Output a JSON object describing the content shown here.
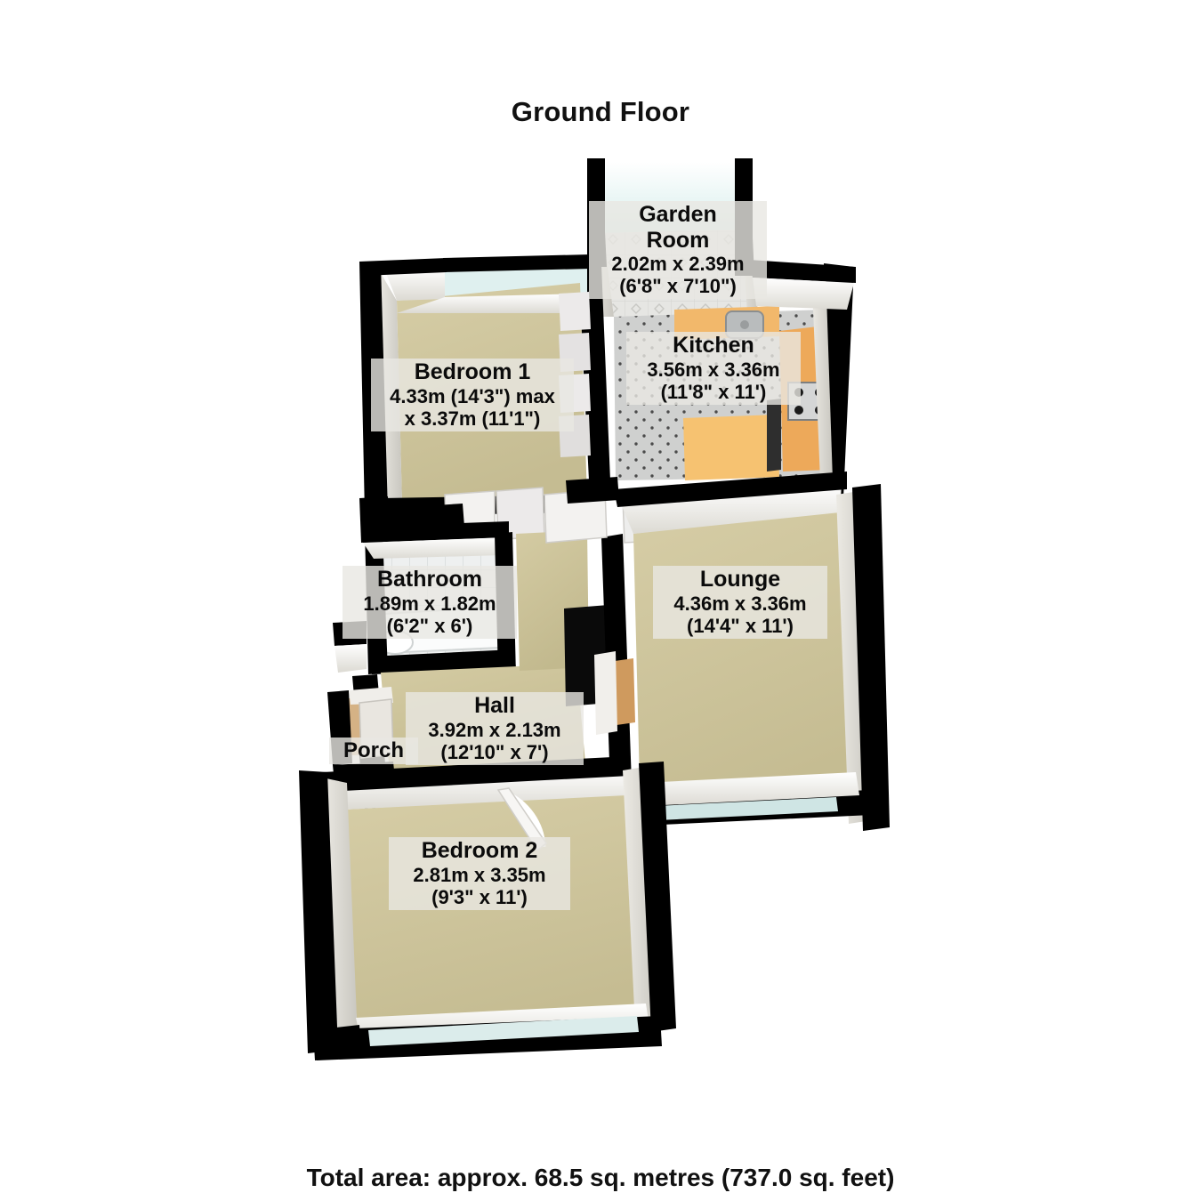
{
  "title": "Ground Floor",
  "footer": "Total area: approx. 68.5 sq. metres (737.0 sq. feet)",
  "rooms": [
    {
      "key": "garden_room",
      "name": "Garden Room",
      "name_line1": "Garden",
      "name_line2": "Room",
      "dim_metric": "2.02m x 2.39m",
      "dim_imperial": "(6'8\" x 7'10\")"
    },
    {
      "key": "kitchen",
      "name": "Kitchen",
      "dim_metric": "3.56m x 3.36m",
      "dim_imperial": "(11'8\" x 11')"
    },
    {
      "key": "bedroom_1",
      "name": "Bedroom 1",
      "dim_metric": "4.33m (14'3\") max",
      "dim_imperial": "x 3.37m (11'1\")"
    },
    {
      "key": "bathroom",
      "name": "Bathroom",
      "dim_metric": "1.89m x 1.82m",
      "dim_imperial": "(6'2\" x 6')"
    },
    {
      "key": "lounge",
      "name": "Lounge",
      "dim_metric": "4.36m x 3.36m",
      "dim_imperial": "(14'4\" x 11')"
    },
    {
      "key": "hall",
      "name": "Hall",
      "dim_metric": "3.92m x 2.13m",
      "dim_imperial": "(12'10\" x 7')"
    },
    {
      "key": "porch",
      "name": "Porch",
      "dim_metric": "",
      "dim_imperial": ""
    },
    {
      "key": "bedroom_2",
      "name": "Bedroom 2",
      "dim_metric": "2.81m x 3.35m",
      "dim_imperial": "(9'3\" x 11')"
    }
  ],
  "colors": {
    "wall_outline": "#000000",
    "wall_face": "#f2f1ee",
    "wall_side": "#d4d2cc",
    "carpet": "#cfc69e",
    "carpet_dark": "#c4bb92",
    "kitchen_floor": "#cfd0cf",
    "garden_floor": "#e3e3e1",
    "worktop": "#eda95a",
    "worktop_light": "#f5c271",
    "glazing": "#e0f1f0",
    "bathroom_floor": "#eceeee",
    "porch_floor": "#d3b183",
    "label_bg": "#e8e7e2",
    "text": "#0b0b0b"
  }
}
